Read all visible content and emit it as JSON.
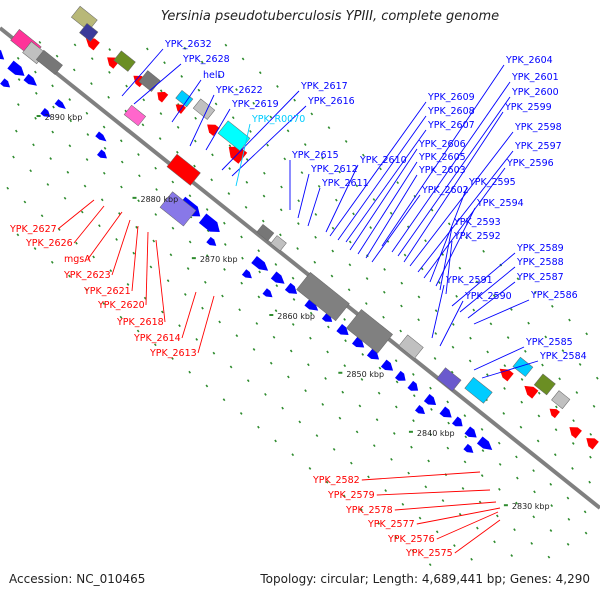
{
  "title": "Yersinia pseudotuberculosis YPIII, complete genome",
  "footer": {
    "accession": "Accession: NC_010465",
    "summary": "Topology: circular; Length: 4,689,441 bp; Genes: 4,290"
  },
  "colors": {
    "forward_gene": "#0000ff",
    "reverse_gene": "#ff0000",
    "pseudogene": "#00ccff",
    "backbone": "#808080"
  },
  "scale_labels": [
    "2890 kbp",
    "2880 kbp",
    "2870 kbp",
    "2860 kbp",
    "2850 kbp",
    "2840 kbp",
    "2830 kbp"
  ],
  "genes_forward": [
    "YPK_2632",
    "YPK_2628",
    "helD",
    "YPK_2622",
    "YPK_2619",
    "YPK_2617",
    "YPK_2616",
    "YPK_R0070",
    "YPK_2615",
    "YPK_2612",
    "YPK_2611",
    "YPK_2610",
    "YPK_2609",
    "YPK_2608",
    "YPK_2607",
    "YPK_2606",
    "YPK_2605",
    "YPK_2603",
    "YPK_2602",
    "YPK_2604",
    "YPK_2601",
    "YPK_2600",
    "YPK_2599",
    "YPK_2598",
    "YPK_2597",
    "YPK_2596",
    "YPK_2595",
    "YPK_2594",
    "YPK_2593",
    "YPK_2592",
    "YPK_2589",
    "YPK_2588",
    "YPK_2587",
    "YPK_2586",
    "YPK_2591",
    "YPK_2590",
    "YPK_2585",
    "YPK_2584"
  ],
  "genes_reverse": [
    "YPK_2627",
    "YPK_2626",
    "mgsA",
    "YPK_2623",
    "YPK_2621",
    "YPK_2620",
    "YPK_2618",
    "YPK_2614",
    "YPK_2613",
    "YPK_2582",
    "YPK_2579",
    "YPK_2578",
    "YPK_2577",
    "YPK_2576",
    "YPK_2575"
  ]
}
